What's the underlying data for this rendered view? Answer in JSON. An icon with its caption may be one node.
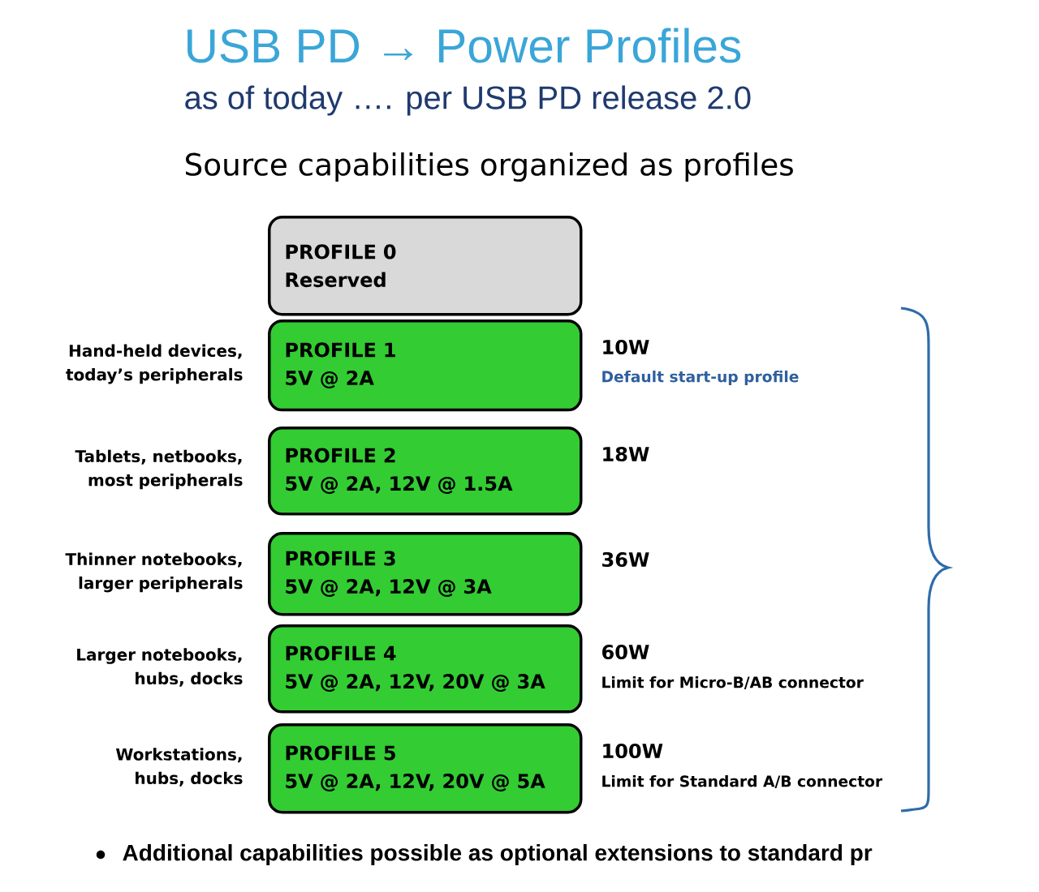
{
  "diagram": {
    "title": "USB PD → Power Profiles",
    "nodes": [
      {
        "text": [
          "PROFILE 0",
          "Reserved"
        ]
      },
      {
        "text": [
          "PROFILE 1",
          "5V @ 2A"
        ],
        "beside": [
          "Hand-held devices, today’s peripherals",
          "10W",
          "Default start-up profile"
        ]
      },
      {
        "text": [
          "PROFILE 2",
          "5V @ 2A, 12V @ 1.5A"
        ],
        "beside": [
          "Tablets, netbooks, most peripherals",
          "18W"
        ]
      },
      {
        "text": [
          "PROFILE 3",
          "5V @ 2A, 12V @ 3A"
        ],
        "beside": [
          "Thinner notebooks, larger peripherals",
          "36W"
        ]
      },
      {
        "text": [
          "PROFILE 4",
          "5V @ 2A, 12V, 20V @ 3A"
        ],
        "beside": [
          "Larger notebooks, hubs, docks",
          "60W",
          "Limit for Micro-B/AB connector"
        ]
      },
      {
        "text": [
          "PROFILE 5",
          "5V @ 2A, 12V, 20V @ 5A"
        ],
        "beside": [
          "Workstations, hubs, docks",
          "100W",
          "Limit for Standard A/B connector"
        ]
      }
    ],
    "labels": [
      "as of today …. per USB PD release 2.0",
      "Source capabilities organized as profiles",
      "Additional capabilities possible as optional extensions to standard pr"
    ]
  }
}
